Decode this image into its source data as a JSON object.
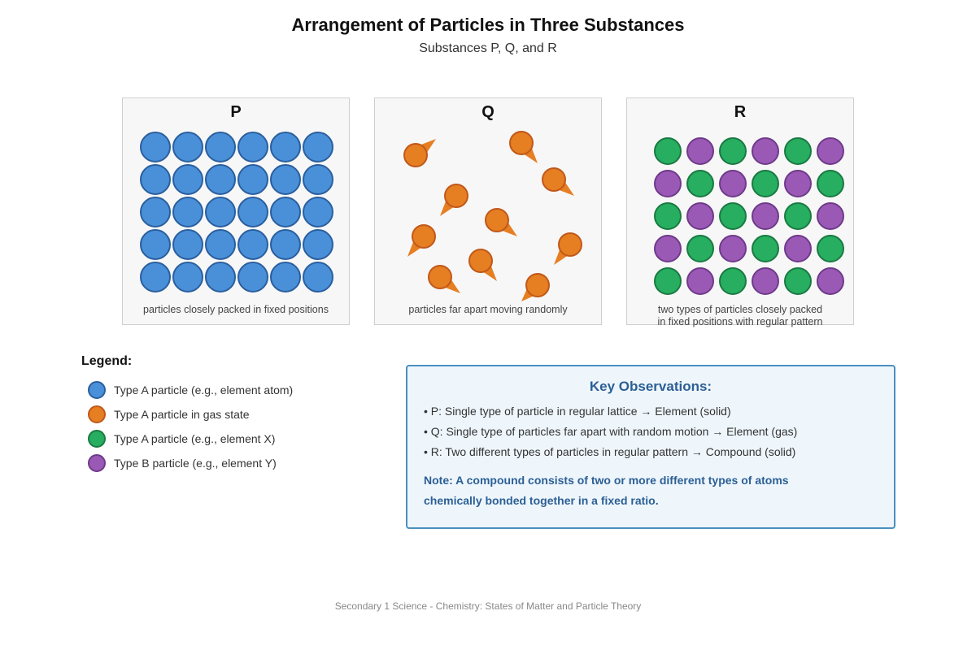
{
  "header": {
    "title": "Arrangement of Particles in Three Substances",
    "subtitle": "Substances P, Q, and R"
  },
  "panels": [
    {
      "label": "P",
      "caption": "particles closely packed in fixed positions",
      "caption_lines": []
    },
    {
      "label": "Q",
      "caption": "particles far apart moving randomly",
      "caption_lines": []
    },
    {
      "label": "R",
      "caption": "",
      "caption_lines": [
        "two types of particles closely packed",
        "in fixed positions with regular pattern"
      ]
    }
  ],
  "legend": {
    "title": "Legend:",
    "items": [
      {
        "label": "Type A particle (e.g., element atom)",
        "color": "#4a90d9",
        "border": "#2a5f9e"
      },
      {
        "label": "Type A particle in gas state",
        "color": "#e67e22",
        "border": "#c0581a"
      },
      {
        "label": "Type A particle (e.g., element X)",
        "color": "#27ae60",
        "border": "#1a7a42"
      },
      {
        "label": "Type B particle (e.g., element Y)",
        "color": "#9b59b6",
        "border": "#6f3a8a"
      }
    ]
  },
  "observations": {
    "title": "Key Observations:",
    "lines": [
      "• P: Single type of particle in regular lattice → Element (solid)",
      "• Q: Single type of particles far apart with random motion → Element (gas)",
      "• R: Two different types of particles in regular pattern → Compound (solid)"
    ],
    "note_lines": [
      "Note: A compound consists of two or more different types of atoms",
      "chemically bonded together in a fixed ratio."
    ]
  },
  "footer": "Secondary 1 Science - Chemistry: States of Matter and Particle Theory",
  "colors": {
    "type_a": "#4a90d9",
    "gas": "#e67e22",
    "element_x": "#27ae60",
    "element_y": "#9b59b6",
    "accent": "#2c5f94"
  }
}
